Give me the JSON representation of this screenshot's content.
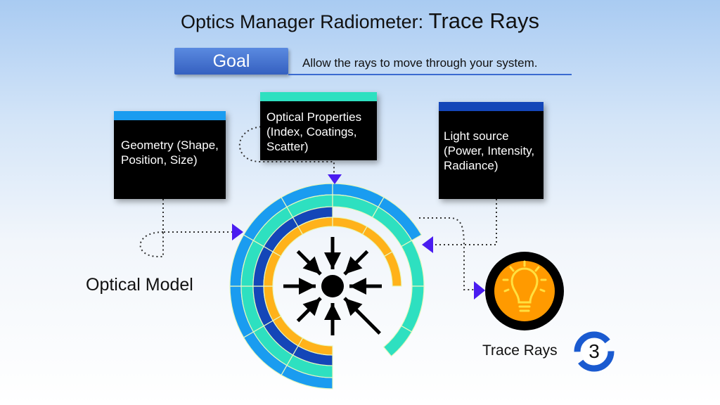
{
  "header": {
    "title_prefix": "Optics Manager Radiometer:",
    "title_main": "Trace Rays"
  },
  "goal": {
    "label": "Goal",
    "text": "Allow the rays to move through your system."
  },
  "boxes": {
    "geometry": {
      "text": "Geometry (Shape, Position, Size)",
      "bar_color": "#1a9cf0"
    },
    "optical_properties": {
      "text": "Optical Properties (Index, Coatings, Scatter)",
      "bar_color": "#2ee0c0"
    },
    "light_source": {
      "text": "Light source (Power, Intensity, Radiance)",
      "bar_color": "#1446b8"
    }
  },
  "labels": {
    "optical_model": "Optical Model",
    "trace_rays": "Trace Rays",
    "step_number": "3"
  },
  "colors": {
    "outer_ring": "#1a9cf0",
    "teal_ring": "#2ee0c0",
    "dark_ring": "#1446b8",
    "orange_ring": "#ffb21a",
    "pointer": "#4a1cf0",
    "bulb_bg": "#ff9a00",
    "bulb": "#ffe040"
  }
}
